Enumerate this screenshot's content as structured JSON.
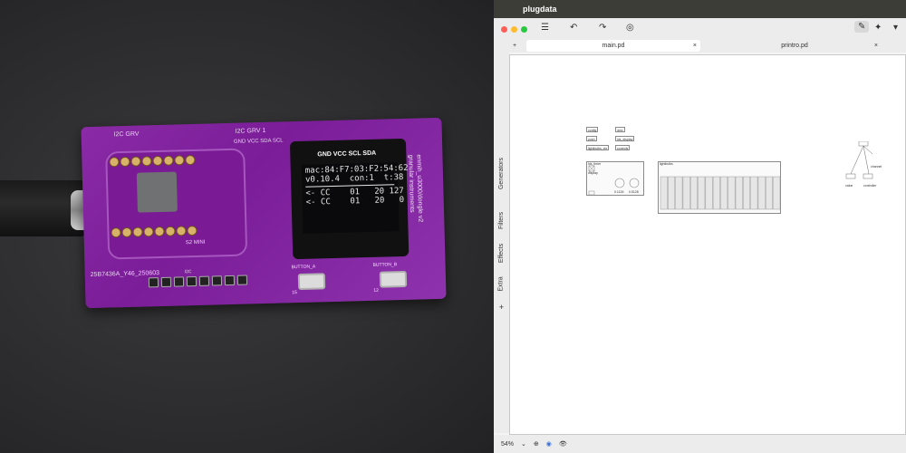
{
  "photo": {
    "oled_header": "GND VCC SCL SDA",
    "oled_lines": [
      "mac:84:F7:03:F2:54:62",
      "v0.10.4  con:1  t:38",
      "",
      "<- CC    01   20 127",
      "<- CC    01   20   0"
    ],
    "board_name": "enmih_u3000/dongle v2",
    "board_maker": "granular instruments",
    "module_label": "S2 MINI",
    "i2c_label_1": "I2C GRV",
    "i2c_label_2": "I2C GRV 1",
    "i2c_pins": "GND VCC SDA SCL",
    "button_a": "BUTTON_A",
    "button_b": "BUTTON_B",
    "pin_a": "15",
    "pin_b": "12",
    "serial": "25B7436A_Y46_250603",
    "header_label": "I2C"
  },
  "app": {
    "menu": {
      "apple": "",
      "name": "plugdata"
    },
    "tabs": [
      {
        "label": "main.pd",
        "close": "×"
      },
      {
        "label": "printro.pd",
        "close": "×"
      }
    ],
    "add_tab": "+",
    "toolbar": {
      "menu": "☰",
      "undo": "↶",
      "redo": "↷"
    },
    "sidebar": [
      "Generators",
      "Filters",
      "Effects",
      "Extra"
    ],
    "sidebar_add": "+",
    "canvas_objects": {
      "config": "config",
      "dmx": "dmx",
      "push": "push",
      "lds_display": "lds_display",
      "lightbulbs": "lightbulbs_ctx",
      "controls": "controls",
      "lds_timer": "lds_timer",
      "display": "display",
      "lightbulbs2": "lightbulbs",
      "value": "value",
      "channel": "channel",
      "controller": "controller",
      "num1": "0.1126",
      "num2": "0.5128"
    },
    "status": {
      "zoom": "54%"
    }
  }
}
